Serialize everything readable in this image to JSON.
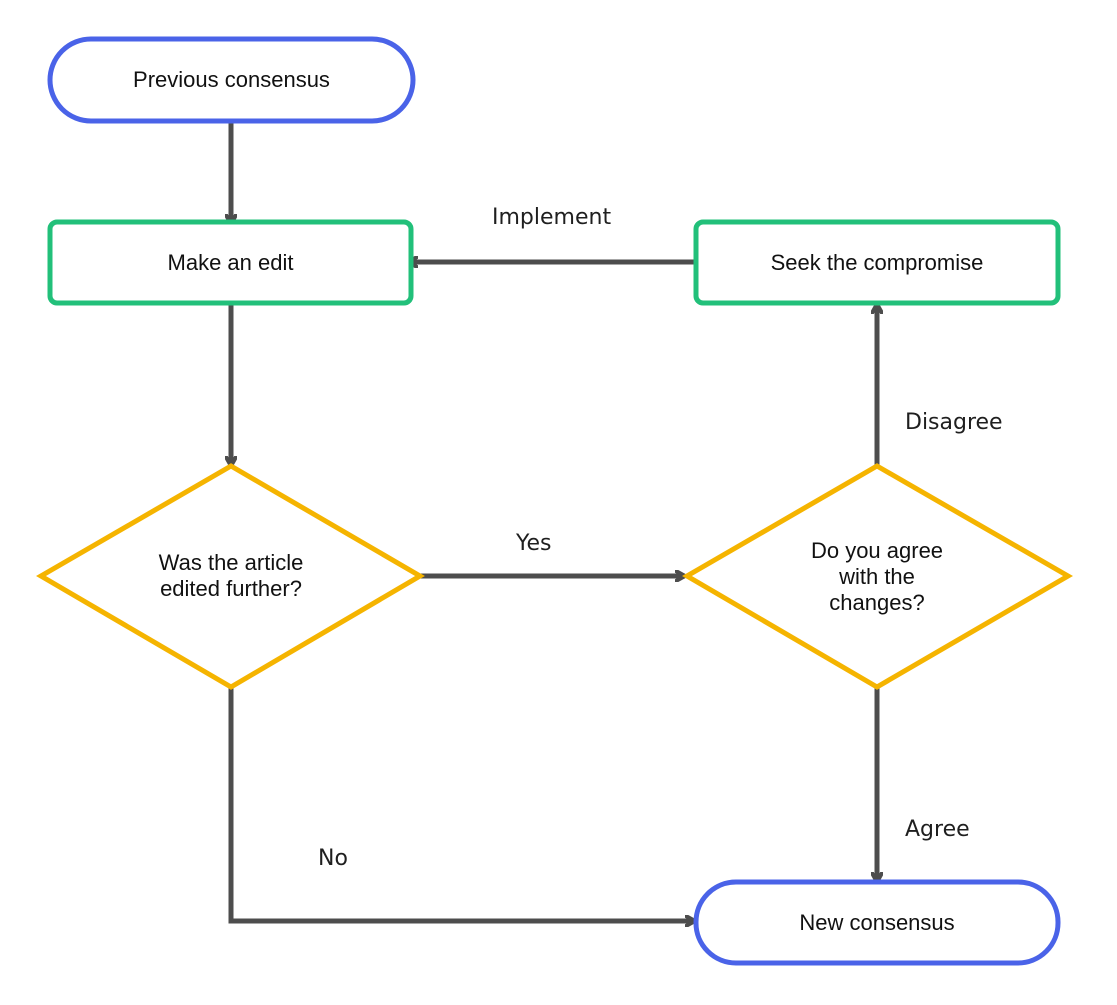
{
  "nodes": {
    "previous_consensus": {
      "shape": "terminal",
      "label": "Previous consensus"
    },
    "make_edit": {
      "shape": "process",
      "label": "Make an edit"
    },
    "seek_compromise": {
      "shape": "process",
      "label": "Seek the compromise"
    },
    "edited_further": {
      "shape": "decision",
      "label": "Was the article\nedited further?"
    },
    "agree_changes": {
      "shape": "decision",
      "label": "Do you agree\nwith the\nchanges?"
    },
    "new_consensus": {
      "shape": "terminal",
      "label": "New consensus"
    }
  },
  "edges": [
    {
      "from": "previous_consensus",
      "to": "make_edit",
      "label": ""
    },
    {
      "from": "make_edit",
      "to": "edited_further",
      "label": ""
    },
    {
      "from": "edited_further",
      "to": "agree_changes",
      "label": "Yes"
    },
    {
      "from": "edited_further",
      "to": "new_consensus",
      "label": "No"
    },
    {
      "from": "agree_changes",
      "to": "seek_compromise",
      "label": "Disagree"
    },
    {
      "from": "agree_changes",
      "to": "new_consensus",
      "label": "Agree"
    },
    {
      "from": "seek_compromise",
      "to": "make_edit",
      "label": "Implement"
    }
  ],
  "colors": {
    "terminal_border": "#4a63e8",
    "process_border": "#22c07a",
    "decision_border": "#f5b400",
    "connector": "#4d4d4d"
  }
}
